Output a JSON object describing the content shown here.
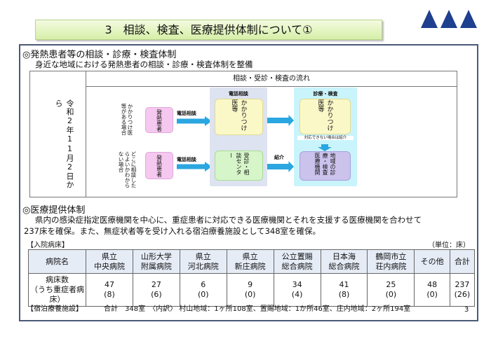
{
  "title": "3　相談、検査、医療提供体制について①",
  "section1": {
    "heading": "◎発熱患者等の相談・診療・検査体制",
    "subtitle": "身近な地域における発熱患者の相談・診療・検査体制を整備",
    "flow_header": "相談・受診・検査の流れ",
    "start_date": "令和2年11月2日から",
    "case1": "かかりつけ医等がある場合",
    "case2": "どこに相談したらよいかわからない場合",
    "patient": "発熱患者",
    "phone_consult": "電話相談",
    "panel_phone": "電話相談",
    "panel_exam": "診療・検査",
    "family_doctor": "かかりつけ医等",
    "consult_center": "受診・相談センター",
    "referral": "紹介",
    "cannot_handle": "対応できない場合は紹介",
    "local_clinic": "地域の診療・検査医療機関"
  },
  "section2": {
    "heading": "◎医療提供体制",
    "paragraph1": "県内の感染症指定医療機関を中心に、重症患者に対応できる医療機関とそれを支援する医療機関を合わせて",
    "paragraph2": "237床を確保。また、無症状者等を受け入れる宿泊療養施設として348室を確保。",
    "beds_label": "【入院病床】",
    "unit": "（単位：床）",
    "row_header1": "病院名",
    "row_header2a": "病床数",
    "row_header2b": "（うち重症者病床）",
    "hospitals": [
      {
        "l1": "県立",
        "l2": "中央病院",
        "beds": "47",
        "severe": "(8)"
      },
      {
        "l1": "山形大学",
        "l2": "附属病院",
        "beds": "27",
        "severe": "(6)"
      },
      {
        "l1": "県立",
        "l2": "河北病院",
        "beds": "6",
        "severe": "(0)"
      },
      {
        "l1": "県立",
        "l2": "新庄病院",
        "beds": "9",
        "severe": "(0)"
      },
      {
        "l1": "公立置賜",
        "l2": "総合病院",
        "beds": "34",
        "severe": "(4)"
      },
      {
        "l1": "日本海",
        "l2": "総合病院",
        "beds": "41",
        "severe": "(8)"
      },
      {
        "l1": "鶴岡市立",
        "l2": "荘内病院",
        "beds": "25",
        "severe": "(0)"
      },
      {
        "l1": "その他",
        "l2": "",
        "beds": "48",
        "severe": "(0)"
      },
      {
        "l1": "合計",
        "l2": "",
        "beds": "237",
        "severe": "(26)"
      }
    ],
    "hotel_label": "【宿泊療養施設】",
    "hotel_text": "合計　348室　〈内訳〉 村山地域：1ヶ所108室、置賜地域：1か所46室、庄内地域：2ヶ所194室"
  },
  "page_number": "3"
}
